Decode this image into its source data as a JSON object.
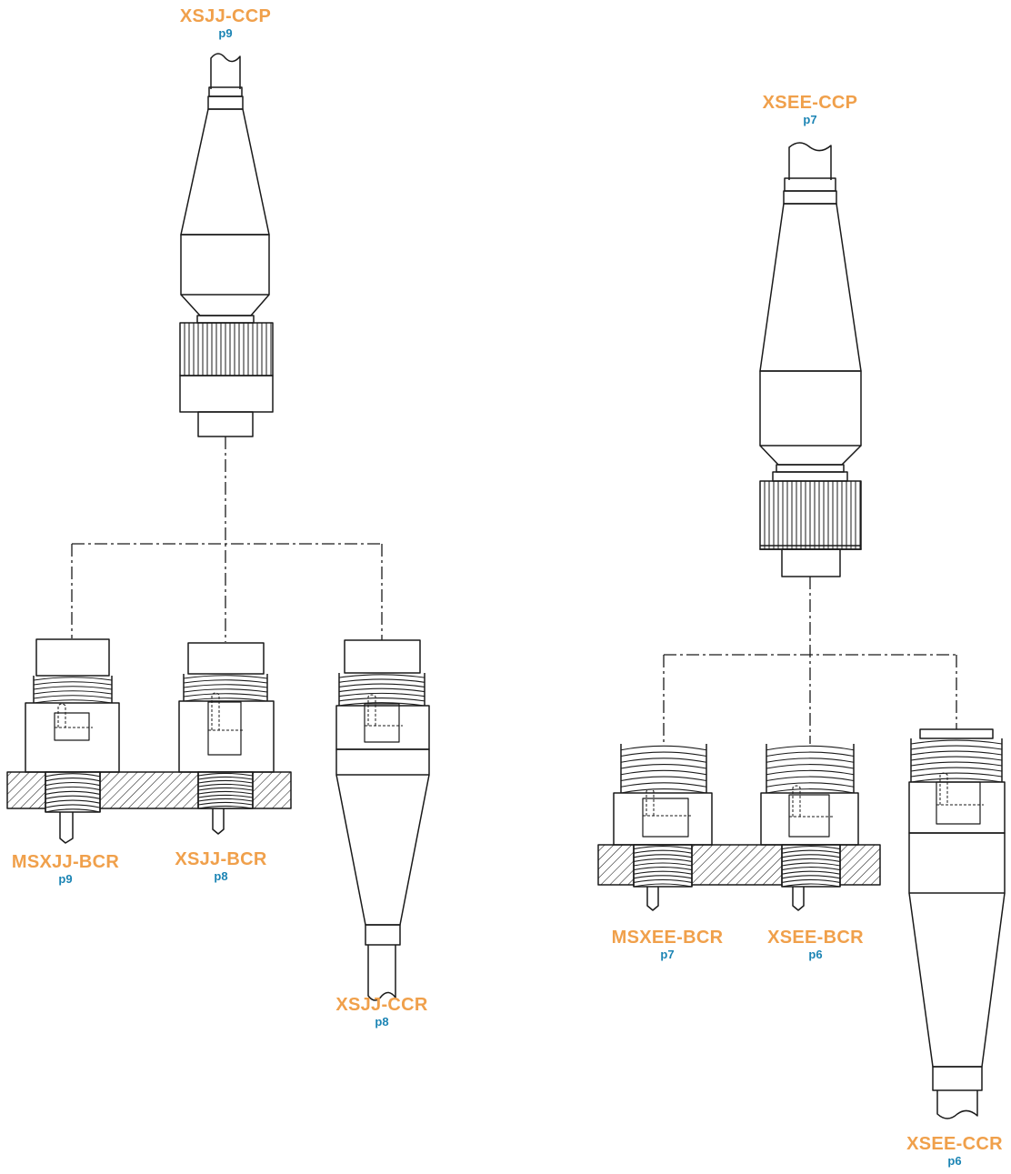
{
  "colors": {
    "name": "#f0a04b",
    "page": "#1b84b4",
    "line": "#1a1a1a"
  },
  "labels": {
    "xsjj_ccp": {
      "name": "XSJJ-CCP",
      "page": "p9"
    },
    "msxjj_bcr": {
      "name": "MSXJJ-BCR",
      "page": "p9"
    },
    "xsjj_bcr": {
      "name": "XSJJ-BCR",
      "page": "p8"
    },
    "xsjj_ccr": {
      "name": "XSJJ-CCR",
      "page": "p8"
    },
    "xsee_ccp": {
      "name": "XSEE-CCP",
      "page": "p7"
    },
    "msxee_bcr": {
      "name": "MSXEE-BCR",
      "page": "p7"
    },
    "xsee_bcr": {
      "name": "XSEE-BCR",
      "page": "p6"
    },
    "xsee_ccr": {
      "name": "XSEE-CCR",
      "page": "p6"
    }
  }
}
